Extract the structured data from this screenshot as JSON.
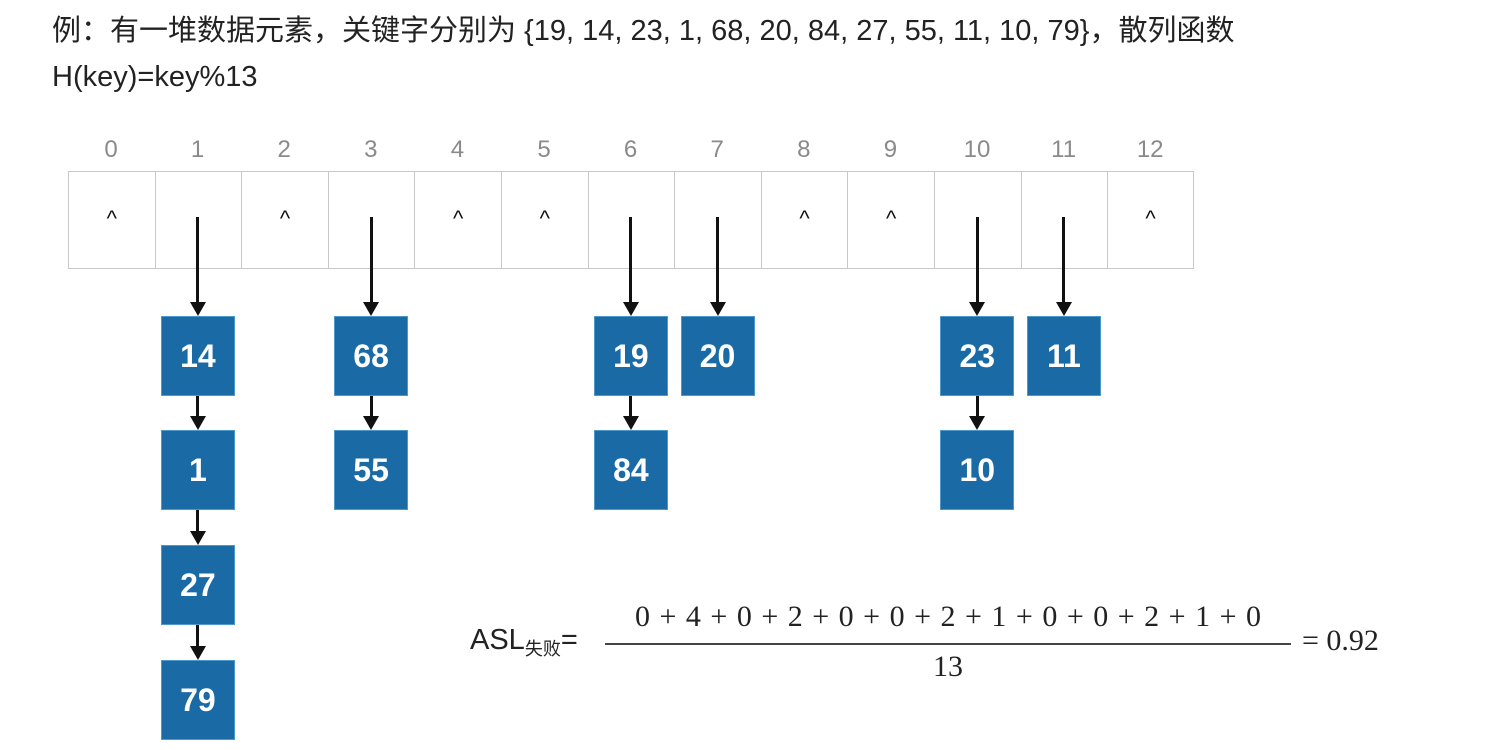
{
  "problem": {
    "line1": "例：有一堆数据元素，关键字分别为 {19, 14, 23, 1, 68, 20, 84, 27, 55, 11, 10, 79}，散列函数",
    "line2": "H(key)=key%13",
    "keys": [
      19,
      14,
      23,
      1,
      68,
      20,
      84,
      27,
      55,
      11,
      10,
      79
    ],
    "hash_function": "H(key)=key%13"
  },
  "table": {
    "size": 13,
    "empty_symbol": "^",
    "slots": [
      {
        "index": "0",
        "chain": []
      },
      {
        "index": "1",
        "chain": [
          "14",
          "1",
          "27",
          "79"
        ]
      },
      {
        "index": "2",
        "chain": []
      },
      {
        "index": "3",
        "chain": [
          "68",
          "55"
        ]
      },
      {
        "index": "4",
        "chain": []
      },
      {
        "index": "5",
        "chain": []
      },
      {
        "index": "6",
        "chain": [
          "19",
          "84"
        ]
      },
      {
        "index": "7",
        "chain": [
          "20"
        ]
      },
      {
        "index": "8",
        "chain": []
      },
      {
        "index": "9",
        "chain": []
      },
      {
        "index": "10",
        "chain": [
          "23",
          "10"
        ]
      },
      {
        "index": "11",
        "chain": [
          "11"
        ]
      },
      {
        "index": "12",
        "chain": []
      }
    ]
  },
  "formula": {
    "label": "ASL",
    "label_sub": "失败",
    "eq": "=",
    "numerator": "0 + 4 + 0 + 2 + 0 + 0 + 2 + 1 + 0 + 0 + 2 + 1 + 0",
    "denominator": "13",
    "result": "= 0.92"
  },
  "colors": {
    "node_fill": "#1a6aa6",
    "node_text": "#ffffff",
    "grid_border": "#c8c8c8",
    "index_text": "#8a8a8a",
    "arrow": "#111111"
  }
}
